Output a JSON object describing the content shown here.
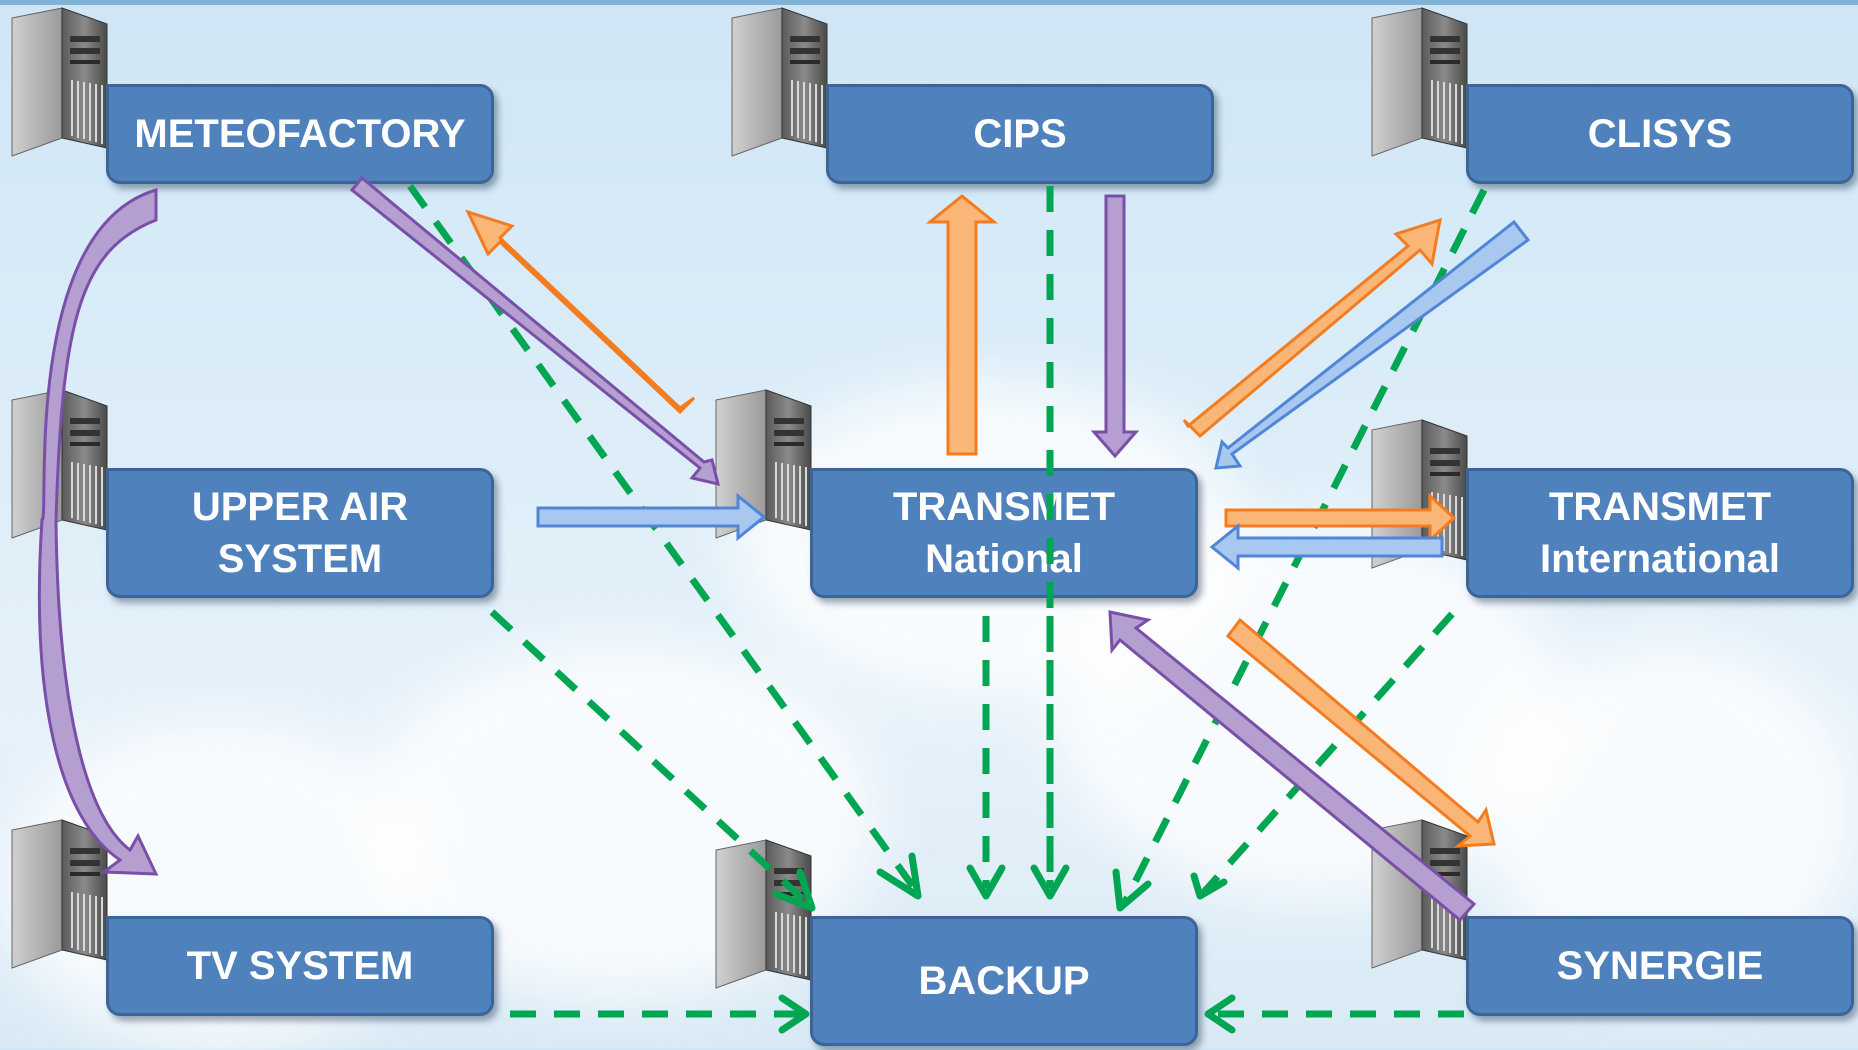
{
  "palette": {
    "box_fill": "#4f81bd",
    "box_border": "#3a6596",
    "orange_arrow": "#f79646",
    "purple_arrow": "#8064a2",
    "blue_arrow": "#6fa1e0",
    "green_dashed": "#00a651"
  },
  "nodes": {
    "meteofactory": {
      "line1": "METEOFACTORY"
    },
    "cips": {
      "line1": "CIPS"
    },
    "clisys": {
      "line1": "CLISYS"
    },
    "upper_air": {
      "line1": "UPPER AIR",
      "line2": "SYSTEM"
    },
    "transmet_national": {
      "line1": "TRANSMET",
      "line2": "National"
    },
    "transmet_international": {
      "line1": "TRANSMET",
      "line2": "International"
    },
    "tv_system": {
      "line1": "TV SYSTEM"
    },
    "backup": {
      "line1": "BACKUP"
    },
    "synergie": {
      "line1": "SYNERGIE"
    }
  },
  "server_icon": "server-tower-icon"
}
